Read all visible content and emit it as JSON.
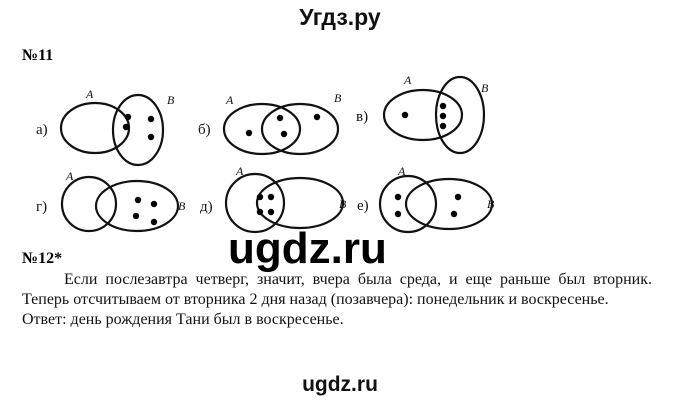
{
  "header": {
    "site_title": "Угдз.ру"
  },
  "task11": {
    "number": "№11",
    "diagrams": [
      {
        "label": "а)",
        "set_a": "A",
        "set_b": "B",
        "dots_in_intersection": 2,
        "dots_in_b_only": 2,
        "dots_in_a_only": 0
      },
      {
        "label": "б)",
        "set_a": "A",
        "set_b": "B",
        "dots_in_intersection": 2,
        "dots_in_b_only": 1,
        "dots_in_a_only": 1
      },
      {
        "label": "в)",
        "set_a": "A",
        "set_b": "B",
        "dots_in_intersection": 3,
        "dots_in_b_only": 0,
        "dots_in_a_only": 1
      },
      {
        "label": "г)",
        "set_a": "A",
        "set_b": "B",
        "dots_in_intersection": 0,
        "dots_in_b_only": 4,
        "dots_in_a_only": 0
      },
      {
        "label": "д)",
        "set_a": "A",
        "set_b": "B",
        "dots_in_intersection": 4,
        "dots_in_b_only": 0,
        "dots_in_a_only": 0
      },
      {
        "label": "е)",
        "set_a": "A",
        "set_b": "B",
        "dots_in_intersection": 0,
        "dots_in_b_only": 2,
        "dots_in_a_only": 2
      }
    ]
  },
  "watermark": "ugdz.ru",
  "task12": {
    "number": "№12*",
    "paragraph": "Если послезавтра четверг, значит, вчера была среда, и еще раньше был вторник. Теперь отсчитываем от вторника 2 дня назад (позавчера): понедельник и воскресенье.",
    "answer": "Ответ: день рождения Тани был в воскресенье."
  },
  "footer": {
    "watermark": "ugdz.ru"
  }
}
